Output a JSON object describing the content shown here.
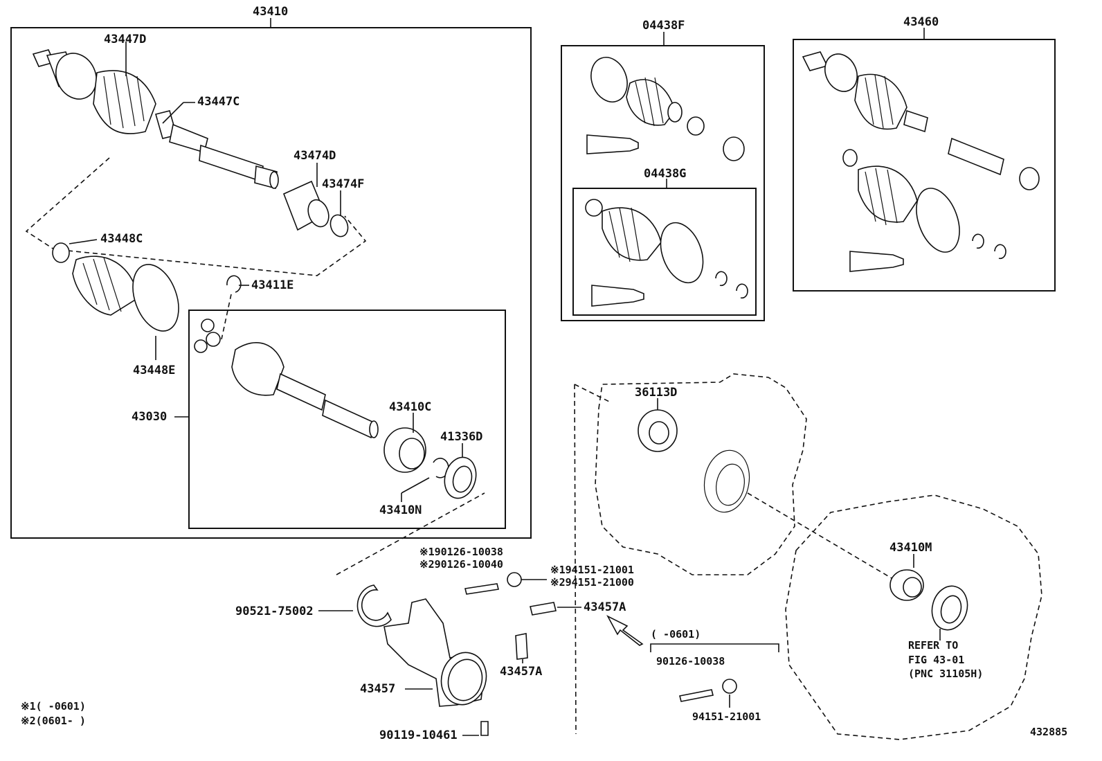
{
  "labels": {
    "p43410": "43410",
    "p43447D": "43447D",
    "p43447C": "43447C",
    "p43474D": "43474D",
    "p43474F": "43474F",
    "p43448C": "43448C",
    "p43411E": "43411E",
    "p43448E": "43448E",
    "p43030": "43030",
    "p43410C": "43410C",
    "p41336D": "41336D",
    "p43410N": "43410N",
    "p04438F": "04438F",
    "p04438G": "04438G",
    "p43460": "43460",
    "p36113D": "36113D",
    "p43410M": "43410M",
    "refer1": "REFER TO",
    "refer2": "FIG 43-01",
    "refer3": "(PNC 31105H)",
    "bolt1a": "※190126-10038",
    "bolt1b": "※290126-10040",
    "nut1a": "※194151-21001",
    "nut1b": "※294151-21000",
    "p43457A_1": "43457A",
    "p43457A_2": "43457A",
    "p43457": "43457",
    "p90521": "90521-75002",
    "p90119": "90119-10461",
    "range": "(      -0601)",
    "p90126": "90126-10038",
    "p94151": "94151-21001",
    "note1": "※1(      -0601)",
    "note2": "※2(0601-      )",
    "figno": "432885"
  }
}
